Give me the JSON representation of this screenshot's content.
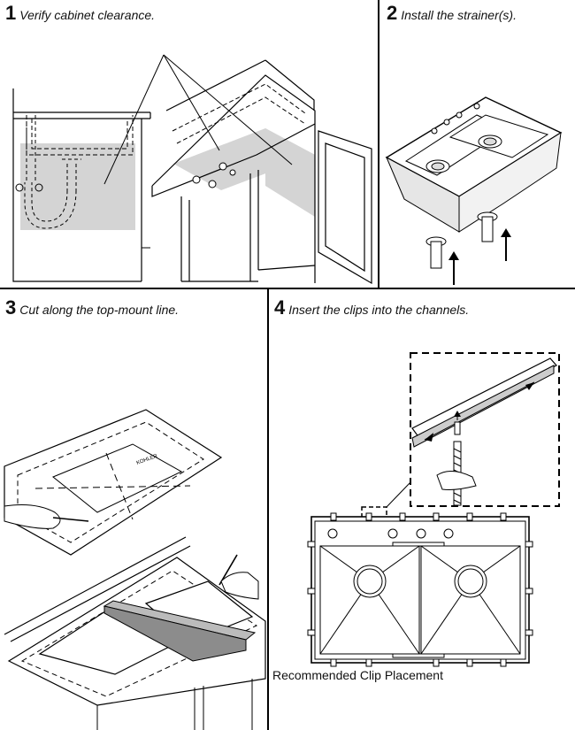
{
  "steps": [
    {
      "number": "1",
      "text": "Verify cabinet clearance."
    },
    {
      "number": "2",
      "text": "Install the strainer(s)."
    },
    {
      "number": "3",
      "text": "Cut along the top-mount line."
    },
    {
      "number": "4",
      "text": "Insert the clips into the channels."
    }
  ],
  "step4_caption": "Recommended Clip Placement"
}
